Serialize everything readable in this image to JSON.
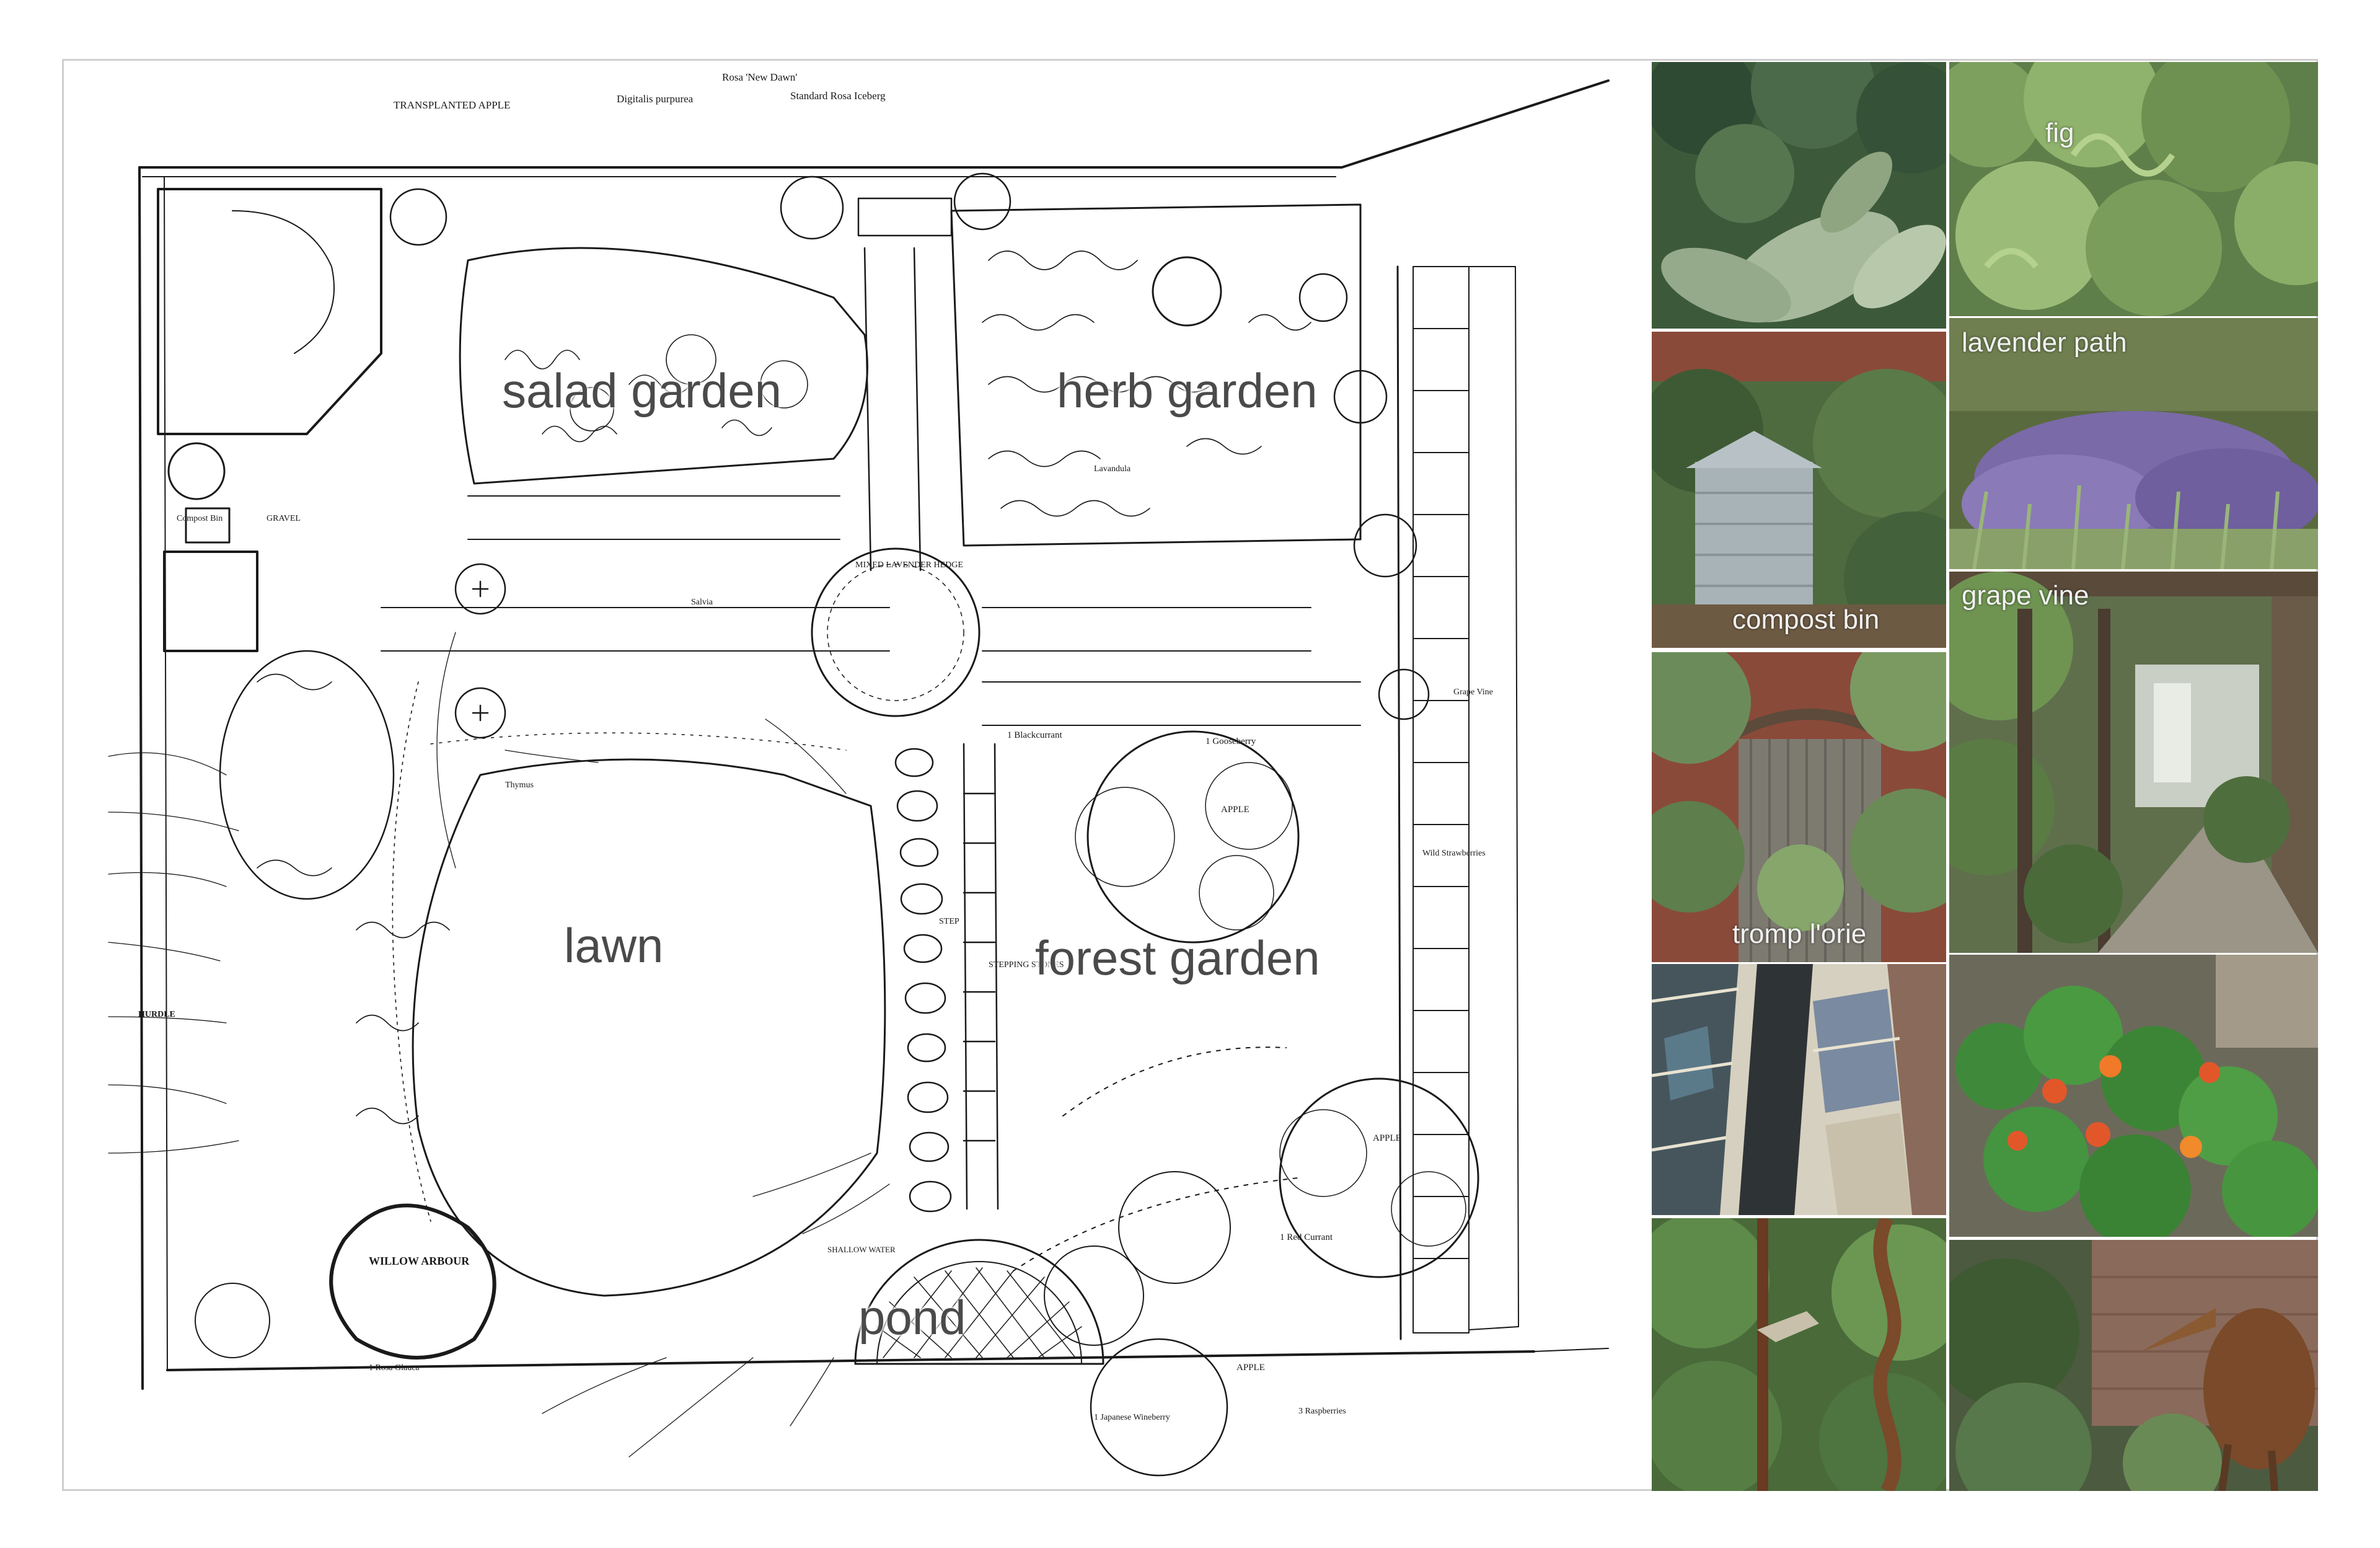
{
  "zones": {
    "salad": "salad garden",
    "herb": "herb garden",
    "lawn": "lawn",
    "forest": "forest garden",
    "pond": "pond"
  },
  "plan_notes": {
    "transplanted_apple": "TRANSPLANTED APPLE",
    "rosa_new_dawn": "Rosa 'New Dawn'",
    "standard_rosa": "Standard Rosa Iceberg",
    "digitalis": "Digitalis purpurea",
    "mixed_lavender_hedge": "MIXED LAVENDER HEDGE",
    "willow_arbour": "WILLOW ARBOUR",
    "gravel": "GRAVEL",
    "stepping_stones": "STEPPING STONES",
    "shallow_water": "SHALLOW WATER",
    "step": "STEP",
    "hurdle": "HURDLE",
    "apple_1": "APPLE",
    "apple_2": "APPLE",
    "apple_3": "APPLE",
    "gooseberry": "1 Gooseberry",
    "blackcurrant": "1 Blackcurrant",
    "red_currant": "1 Red Currant",
    "grape_vine_note": "Grape Vine",
    "wild_strawberries": "Wild Strawberries",
    "japanese_wineberry": "1 Japanese Wineberry",
    "raspberries": "3 Raspberries",
    "rosa_glauca": "1 Rosa Glauca",
    "compost": "Compost Bin",
    "lavender_note": "Lavandula",
    "thymus": "Thymus",
    "sage": "Salvia"
  },
  "photos": [
    {
      "caption": ""
    },
    {
      "caption": "fig"
    },
    {
      "caption": "lavender path"
    },
    {
      "caption": "compost bin"
    },
    {
      "caption": "grape vine"
    },
    {
      "caption": "tromp l'orie"
    },
    {
      "caption": ""
    },
    {
      "caption": ""
    },
    {
      "caption": ""
    }
  ],
  "colors": {
    "foliage_dark": "#3e5a3a",
    "foliage_mid": "#6b8c5a",
    "foliage_light": "#a9c08e",
    "brick": "#8a4a3a",
    "lavender": "#7a6aa8",
    "nasturtium": "#e2572a",
    "ink": "#1a1a1a"
  }
}
